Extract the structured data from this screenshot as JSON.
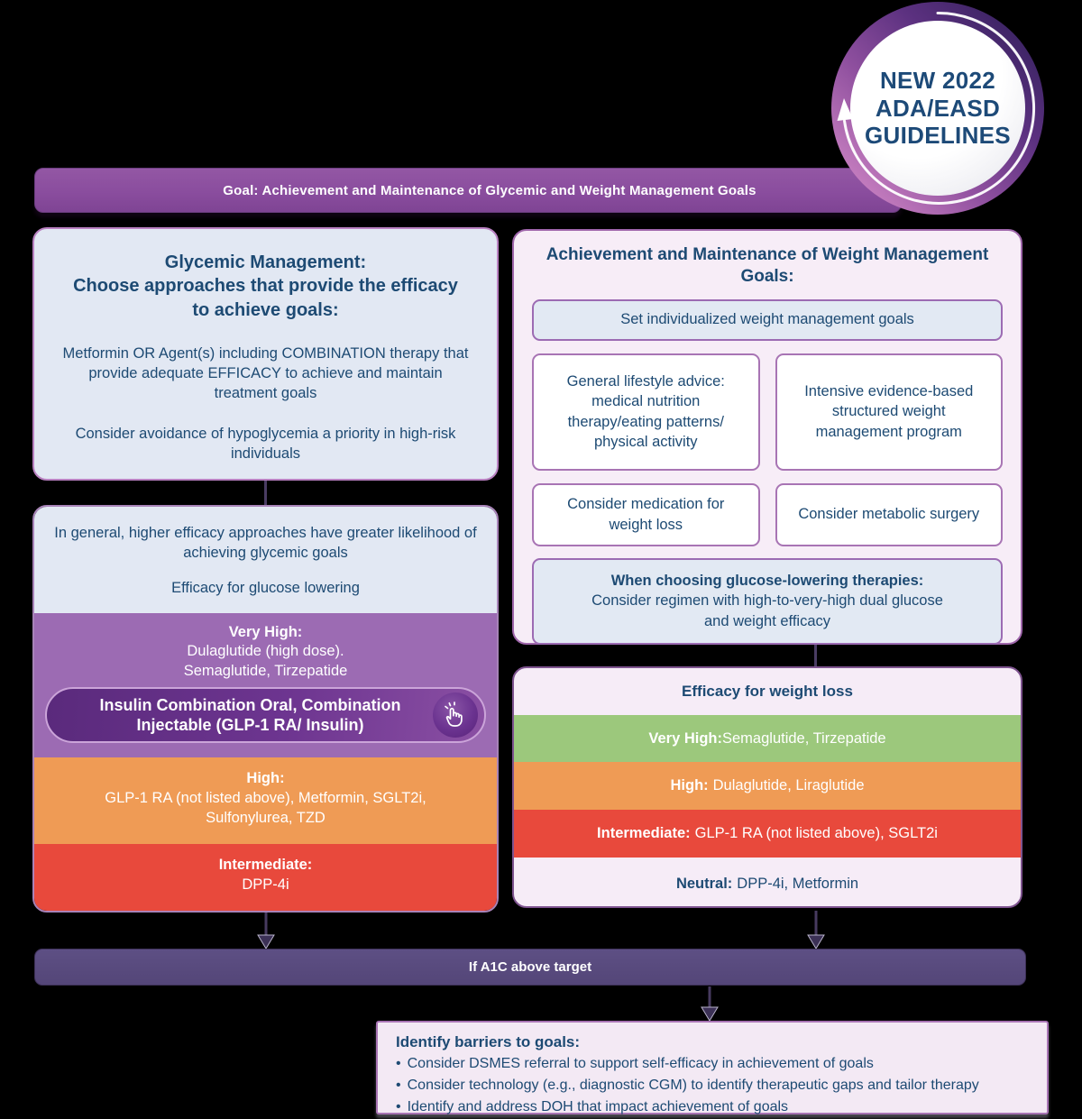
{
  "colors": {
    "accent_purple": "#8a4d9e",
    "band_purple": "#9c6bb3",
    "pill_purple": "#6d3590",
    "dark_banner_purple": "#544678",
    "navy_text": "#1d4a73",
    "green_band": "#9cc87c",
    "orange_band": "#ef9b55",
    "red_band": "#e8493c",
    "light_blue_box": "#e2e8f3",
    "light_pink_box": "#f7edf7"
  },
  "badge": {
    "lines": [
      "NEW 2022",
      "ADA/EASD",
      "GUIDELINES"
    ]
  },
  "top_banner": {
    "text": "Goal: Achievement and Maintenance of Glycemic and Weight Management Goals"
  },
  "glycemic_box": {
    "title_lines": [
      "Glycemic Management:",
      "Choose approaches that provide the efficacy",
      "to achieve goals:"
    ],
    "para1": "Metformin OR Agent(s) including COMBINATION therapy that provide adequate EFFICACY to achieve and maintain treatment goals",
    "para2": "Consider avoidance of hypoglycemia a priority in high-risk individuals"
  },
  "glucose_efficacy": {
    "intro": "In general, higher efficacy approaches have greater likelihood of achieving glycemic goals",
    "subtitle": "Efficacy for glucose lowering",
    "very_high": {
      "label": "Very High:",
      "line1": "Dulaglutide (high dose).",
      "line2": "Semaglutide, Tirzepatide"
    },
    "pill": {
      "line1": "Insulin Combination Oral, Combination",
      "line2": "Injectable (GLP-1 RA/ Insulin)"
    },
    "high": {
      "label": "High:",
      "line1": "GLP-1 RA (not listed above), Metformin, SGLT2i,",
      "line2": "Sulfonylurea, TZD"
    },
    "intermediate": {
      "label": "Intermediate:",
      "line1": "DPP-4i"
    }
  },
  "weight_box": {
    "title": "Achievement and Maintenance of Weight Management Goals:",
    "set_goals": "Set individualized weight management goals",
    "card_lifestyle": "General lifestyle advice: medical nutrition therapy/eating patterns/ physical activity",
    "card_intensive": "Intensive evidence-based structured weight management program",
    "card_medication": "Consider medication for weight loss",
    "card_surgery": "Consider metabolic surgery",
    "when_choosing_title": "When choosing glucose-lowering therapies:",
    "when_choosing_text": "Consider regimen with high-to-very-high dual glucose and weight efficacy"
  },
  "weight_efficacy": {
    "title": "Efficacy for weight loss",
    "rows": [
      {
        "label": "Very High:",
        "text": "Semaglutide, Tirzepatide"
      },
      {
        "label": "High:",
        "text": "Dulaglutide, Liraglutide"
      },
      {
        "label": "Intermediate:",
        "text": "GLP-1 RA (not listed above), SGLT2i"
      },
      {
        "label": "Neutral:",
        "text": "DPP-4i, Metformin"
      }
    ]
  },
  "a1c_banner": {
    "text": "If A1C above target"
  },
  "barriers_box": {
    "title": "Identify barriers to goals:",
    "bullet_glyph": "•",
    "bullets": [
      "Consider DSMES referral to support self-efficacy in achievement of goals",
      "Consider technology (e.g., diagnostic CGM) to identify therapeutic gaps and tailor therapy",
      "Identify and address DOH that impact achievement of goals"
    ]
  }
}
